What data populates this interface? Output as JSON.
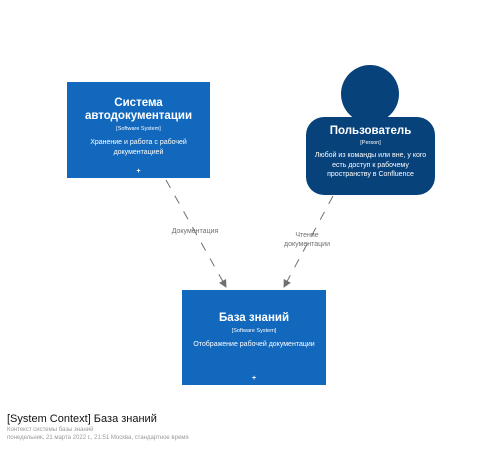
{
  "diagram": {
    "elements": {
      "autodoc": {
        "name_line1": "Система",
        "name_line2": "автодокументации",
        "stereotype": "[Software System]",
        "description": "Хранение и работа с рабочей документацией",
        "expand_marker": "+"
      },
      "user": {
        "name": "Пользователь",
        "stereotype": "[Person]",
        "description": "Любой из команды или вне, у кого есть доступ к рабочему пространству в Confluence"
      },
      "kb": {
        "name": "База знаний",
        "stereotype": "[Software System]",
        "description": "Отображение рабочей документации",
        "expand_marker": "+"
      }
    },
    "relationships": {
      "docs": {
        "label": "Документация"
      },
      "read": {
        "label_line1": "Чтение",
        "label_line2": "документации"
      }
    },
    "colors": {
      "software_system": "#1168bd",
      "person": "#08427b",
      "relationship": "#707070"
    }
  },
  "footer": {
    "title": "[System Context] База знаний",
    "subtitle": "Контекст системы базы знаний",
    "timestamp": "понедельник, 21 марта 2022 г., 21:51 Москва, стандартное время"
  }
}
